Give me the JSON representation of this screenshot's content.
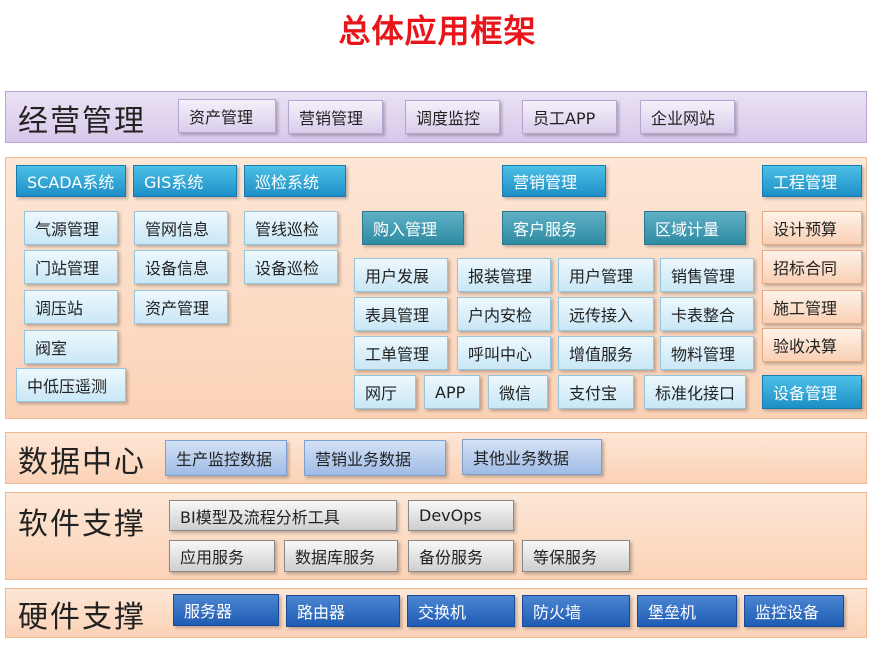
{
  "title": "总体应用框架",
  "management": {
    "label": "经营管理",
    "items": [
      "资产管理",
      "营销管理",
      "调度监控",
      "员工APP",
      "企业网站"
    ]
  },
  "middle": {
    "systems": [
      "SCADA系统",
      "GIS系统",
      "巡检系统"
    ],
    "scada_items": [
      "气源管理",
      "门站管理",
      "调压站",
      "阀室",
      "中低压遥测"
    ],
    "gis_items": [
      "管网信息",
      "设备信息",
      "资产管理"
    ],
    "patrol_items": [
      "管线巡检",
      "设备巡检"
    ],
    "marketing": {
      "header": "营销管理",
      "subs": [
        "购入管理",
        "客户服务",
        "区域计量"
      ],
      "grid": [
        [
          "用户发展",
          "报装管理",
          "用户管理",
          "销售管理"
        ],
        [
          "表具管理",
          "户内安检",
          "远传接入",
          "卡表整合"
        ],
        [
          "工单管理",
          "呼叫中心",
          "增值服务",
          "物料管理"
        ],
        [
          "网厅",
          "APP",
          "微信",
          "支付宝",
          "标准化接口"
        ]
      ]
    },
    "engineering": {
      "header": "工程管理",
      "items": [
        "设计预算",
        "招标合同",
        "施工管理",
        "验收决算"
      ]
    },
    "device": "设备管理"
  },
  "data_center": {
    "label": "数据中心",
    "items": [
      "生产监控数据",
      "营销业务数据",
      "其他业务数据"
    ]
  },
  "software": {
    "label": "软件支撑",
    "row1": [
      "BI模型及流程分析工具",
      "DevOps"
    ],
    "row2": [
      "应用服务",
      "数据库服务",
      "备份服务",
      "等保服务"
    ]
  },
  "hardware": {
    "label": "硬件支撑",
    "items": [
      "服务器",
      "路由器",
      "交换机",
      "防火墙",
      "堡垒机",
      "监控设备"
    ]
  }
}
